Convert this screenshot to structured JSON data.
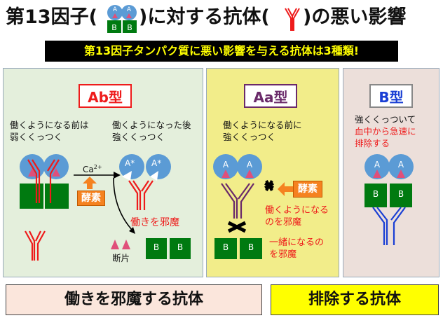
{
  "title": {
    "prefix": "第13因子(",
    "suffix1": ")に対する抗体(",
    "suffix2": ")の悪い影響",
    "icon_a": "A",
    "icon_b": "B"
  },
  "banner": "第13因子タンパク質に悪い影響を与える抗体は3種類!",
  "panels": {
    "ab": {
      "type": "Ab型",
      "before_label": [
        "働くようになる前は",
        "弱くくっつく"
      ],
      "after_label": [
        "働くようになった後",
        "強くくっつく"
      ],
      "calcium": "Ca",
      "calcium_sup": "2+",
      "enzyme": "酵素",
      "a_star": "A*",
      "block": "働きを邪魔",
      "fragment": "断片",
      "b": "B"
    },
    "aa": {
      "type": "Aa型",
      "top_label": [
        "働くようになる前に",
        "強くくっつく"
      ],
      "a": "A",
      "enzyme": "酵素",
      "block1": [
        "働くようになる",
        "のを邪魔"
      ],
      "block2": [
        "一緒になるの",
        "を邪魔"
      ],
      "b": "B"
    },
    "b": {
      "type": "B型",
      "label_black": "強くくっついて",
      "label_red": [
        "血中から急速に",
        "排除する"
      ],
      "a": "A",
      "b": "B"
    }
  },
  "bottom": {
    "left": "働きを邪魔する抗体",
    "right": "排除する抗体"
  },
  "colors": {
    "red": "#ee1b1b",
    "green": "#007a10",
    "blue_a": "#5b9bd5",
    "orange": "#f58220",
    "purple": "#6a2a6a",
    "blue_ab": "#1a3fd4"
  }
}
